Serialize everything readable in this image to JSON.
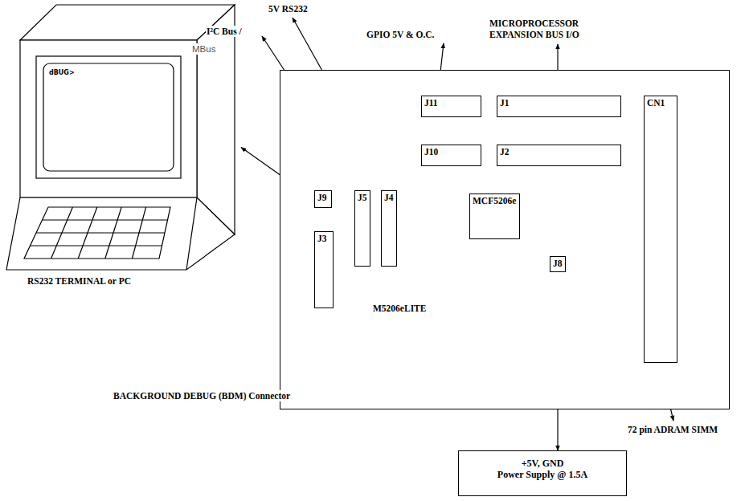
{
  "diagram": {
    "nodes": [
      {
        "text": [
          "dBUG>"
        ]
      },
      {
        "text": [
          "M5206eLITE"
        ]
      },
      {
        "text": [
          "J11"
        ],
        "in": 1
      },
      {
        "text": [
          "J1"
        ],
        "in": 1
      },
      {
        "text": [
          "J10"
        ],
        "in": 1
      },
      {
        "text": [
          "J2"
        ],
        "in": 1
      },
      {
        "text": [
          "CN1"
        ],
        "in": 1
      },
      {
        "text": [
          "J9"
        ],
        "in": 1
      },
      {
        "text": [
          "J5"
        ],
        "in": 1
      },
      {
        "text": [
          "J4"
        ],
        "in": 1
      },
      {
        "text": [
          "MCF5206e"
        ],
        "in": 1
      },
      {
        "text": [
          "J3"
        ],
        "in": 1
      },
      {
        "text": [
          "J8"
        ],
        "in": 1
      },
      {
        "text": [
          "+5V, GND",
          "Power Supply @ 1.5A"
        ]
      }
    ],
    "edges": [
      {
        "from": 7,
        "to": 0,
        "arrow": "to"
      },
      {
        "from": 12,
        "to": 13,
        "arrow": "to"
      }
    ],
    "labels": [
      "5V RS232",
      "I²C Bus /",
      "MBus",
      "GPIO 5V & O.C.",
      "MICROPROCESSOR EXPANSION BUS I/O",
      "RS232 TERMINAL or PC",
      "BACKGROUND DEBUG (BDM) Connector",
      "72 pin ADRAM SIMM"
    ]
  }
}
